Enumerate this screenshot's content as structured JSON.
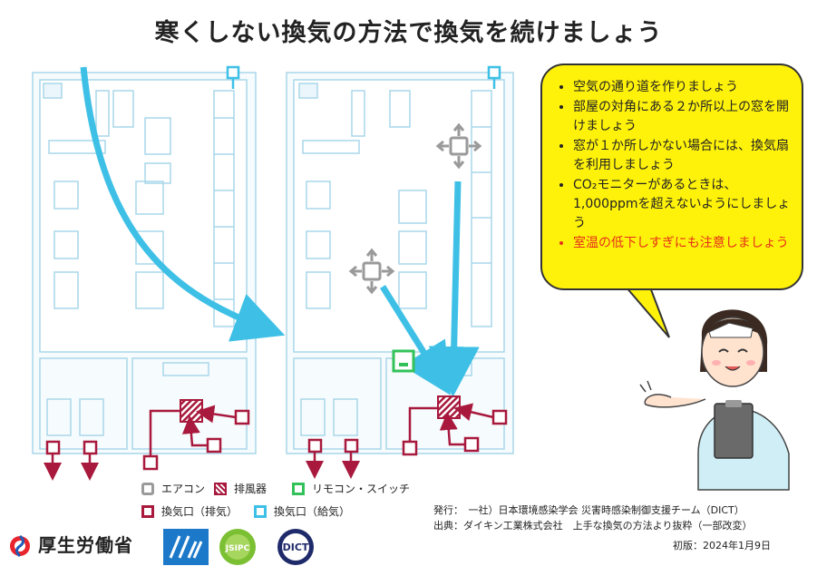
{
  "title": "寒くしない換気の方法で換気を続けましょう",
  "bubble": {
    "items": [
      "空気の通り道を作りましょう",
      "部屋の対角にある２か所以上の窓を開けましょう",
      "窓が１か所しかない場合には、換気扇を利用しましょう",
      "CO₂モニターがあるときは、1,000ppmを超えないようにしましょう"
    ],
    "warning": "室温の低下しすぎにも注意しましょう",
    "warning_color": "#e53019"
  },
  "legend": {
    "aircon": "エアコン",
    "exhaust_fan": "排風器",
    "remote_switch": "リモコン・スイッチ",
    "vent_exhaust": "換気口（排気）",
    "vent_supply": "換気口（給気）"
  },
  "credits": {
    "publisher": "発行：　一社）日本環境感染学会 災害時感染制御支援チーム（DICT）",
    "source": "出典：ダイキン工業株式会社　上手な換気の方法より抜粋（一部改変）",
    "edition": "初版：2024年1月9日"
  },
  "footer": {
    "ministry": "厚生労働省",
    "logo_jsipc": "JSIPC",
    "logo_dict": "DICT"
  },
  "colors": {
    "airflow": "#3ec0e6",
    "exhaust": "#a8193d",
    "aircon": "#9a9a9a",
    "remote": "#33c25a",
    "bubble": "#fff20a",
    "plan_line": "#a9d7ea"
  },
  "icons": [
    "mhlw-logo-icon",
    "city-logo-icon",
    "jsipc-logo-icon",
    "dict-logo-icon",
    "nurse-illustration-icon"
  ]
}
